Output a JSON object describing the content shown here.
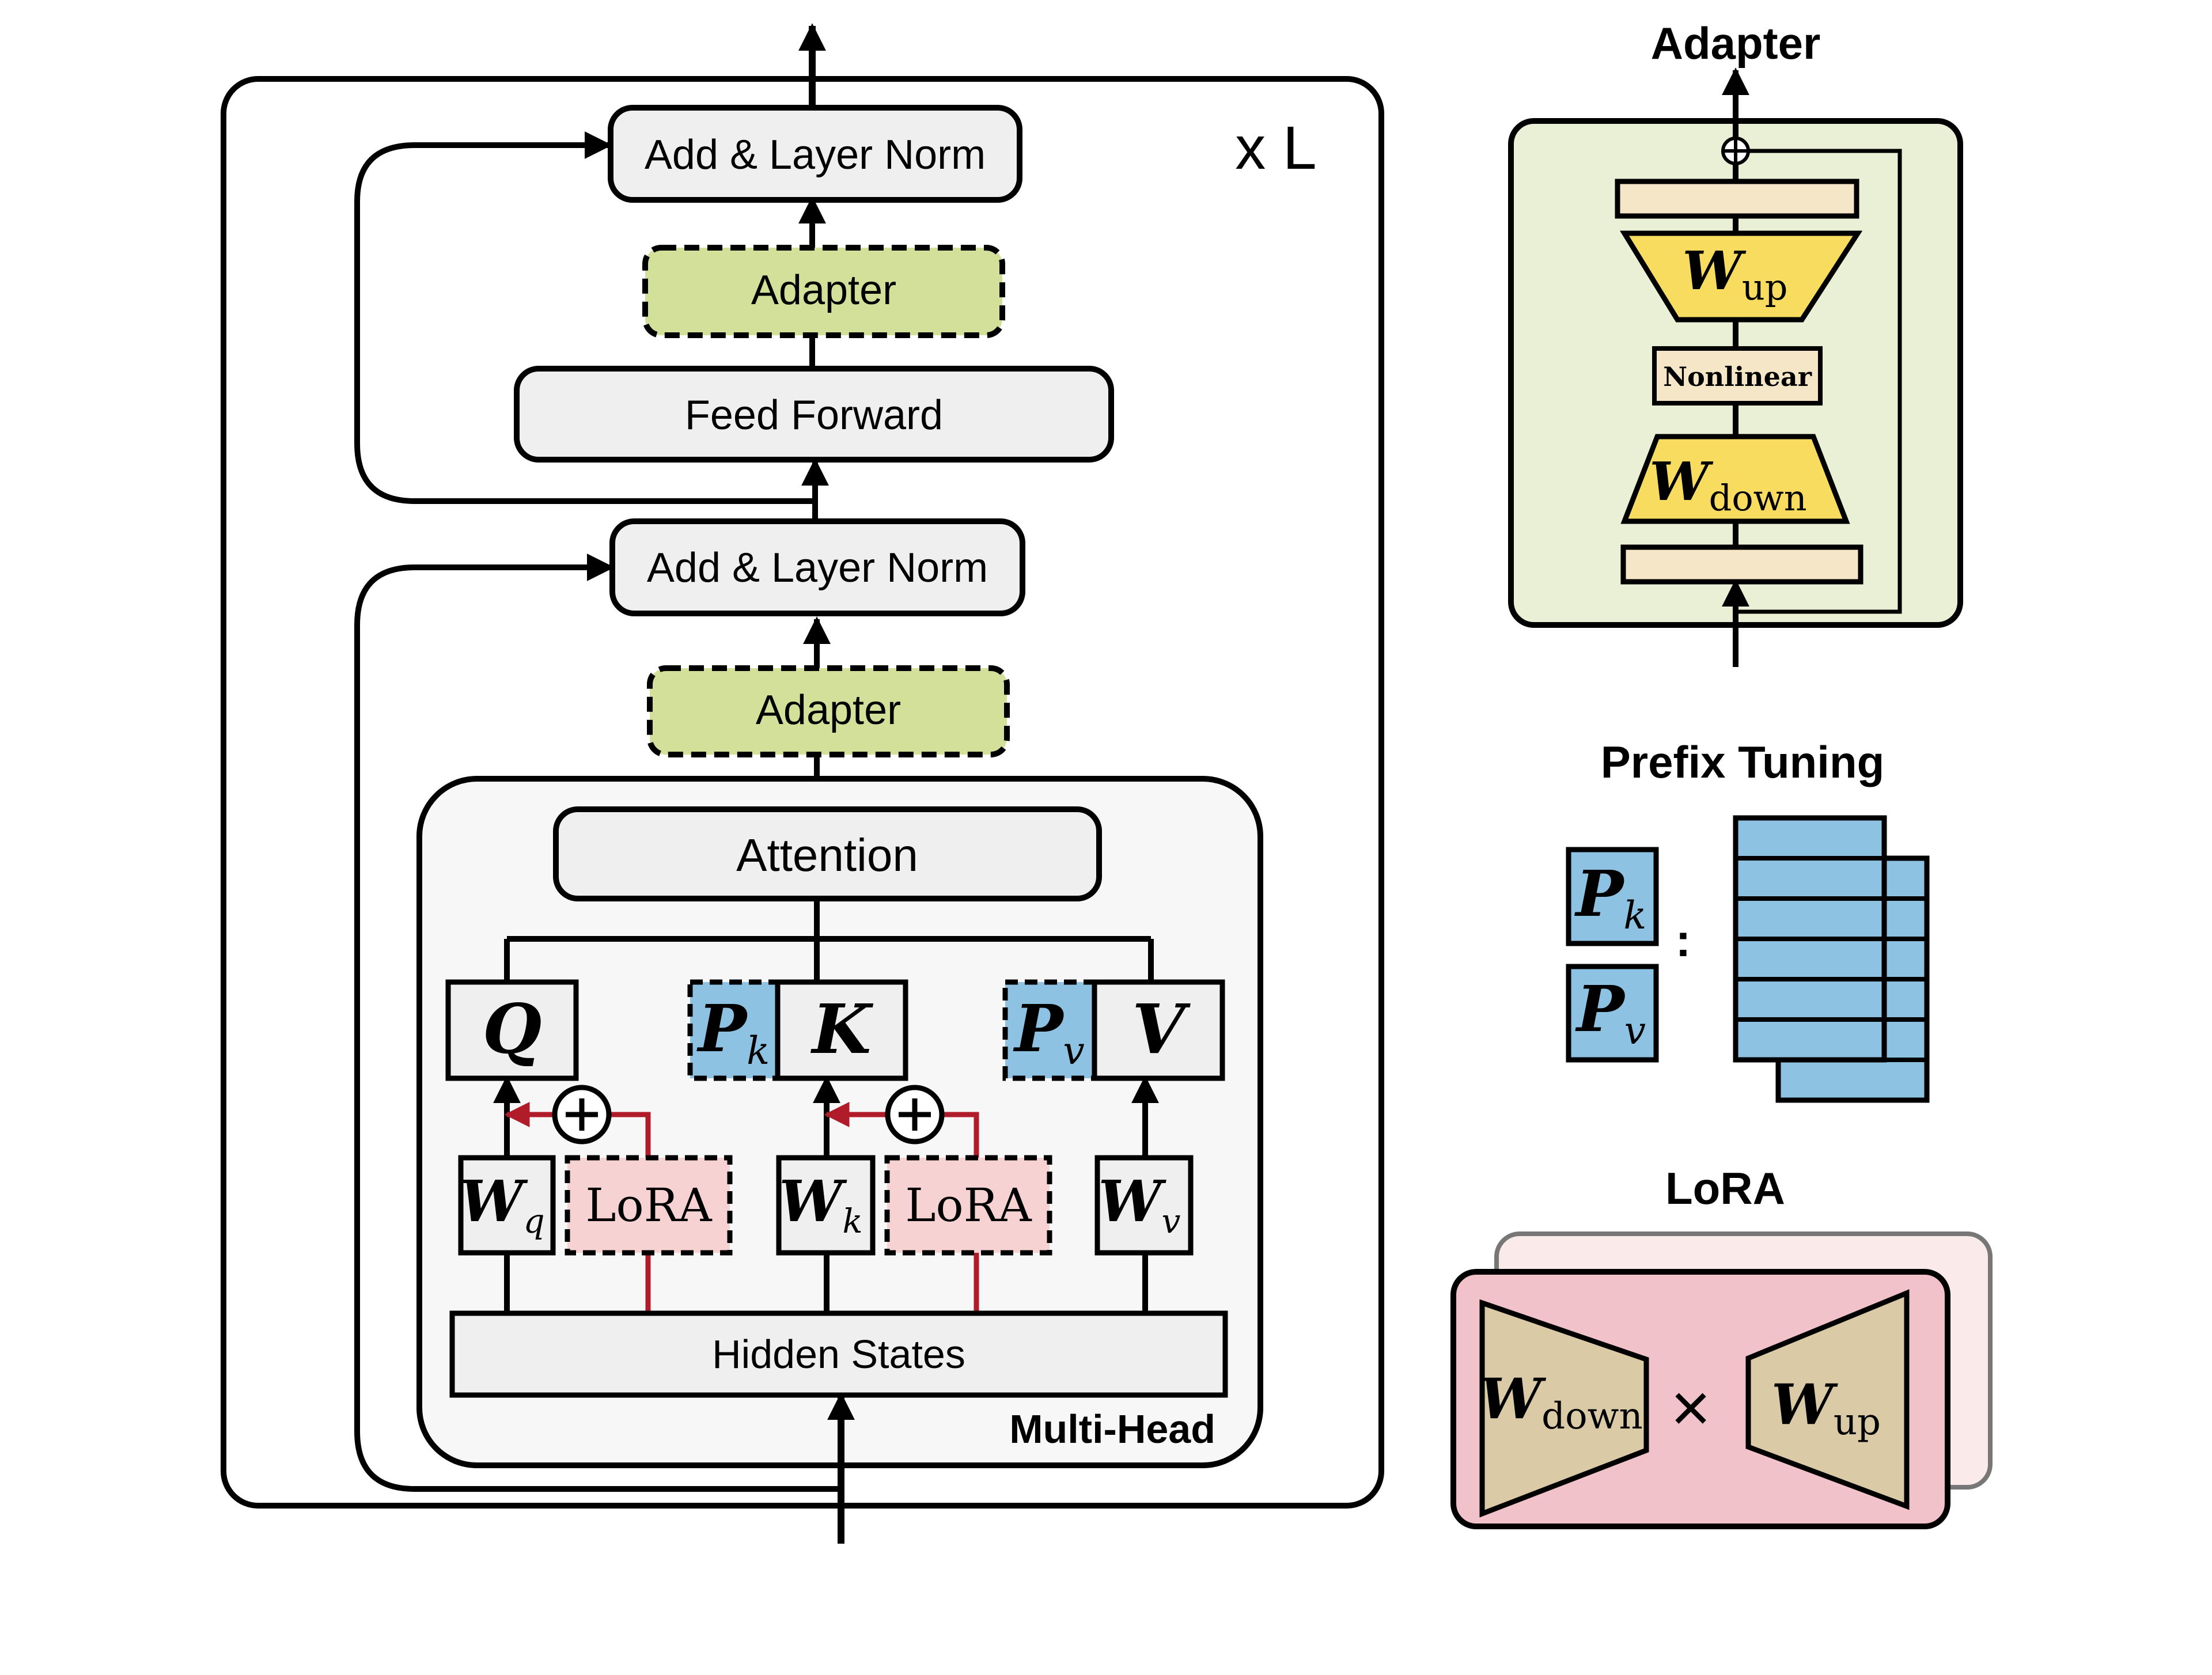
{
  "main": {
    "repeat_label": "x L",
    "add_norm_top": "Add & Layer Norm",
    "adapter_top": "Adapter",
    "feed_forward": "Feed Forward",
    "add_norm_bottom": "Add & Layer Norm",
    "adapter_bottom": "Adapter",
    "attention": "Attention",
    "multi_head": "Multi-Head",
    "hidden_states": "Hidden States",
    "q": "Q",
    "k": "K",
    "v": "V",
    "p": "P",
    "p_k_sub": "k",
    "p_v_sub": "v",
    "w": "W",
    "wq_sub": "q",
    "wk_sub": "k",
    "wv_sub": "v",
    "lora": "LoRA",
    "plus": "+"
  },
  "adapter_panel": {
    "title": "Adapter",
    "w": "W",
    "up_sub": "up",
    "down_sub": "down",
    "nonlinear": "Nonlinear"
  },
  "prefix_panel": {
    "title": "Prefix Tuning",
    "p": "P",
    "k_sub": "k",
    "v_sub": "v",
    "colon": ":"
  },
  "lora_panel": {
    "title": "LoRA",
    "w": "W",
    "down_sub": "down",
    "up_sub": "up",
    "times": "×"
  },
  "colors": {
    "adapter_fill": "#d3e09a",
    "adapter_bg": "#e9f0d6",
    "box_fill": "#efefef",
    "prefix_blue": "#8ec2e3",
    "lora_pink": "#f6d2d2",
    "lora_red": "#b01c2a",
    "trapezoid_yellow": "#f8dc5f",
    "bar_tan": "#f4e6c7",
    "lora_panel_pink": "#f2c2cb",
    "lora_trap_tan": "#dacaa6"
  }
}
